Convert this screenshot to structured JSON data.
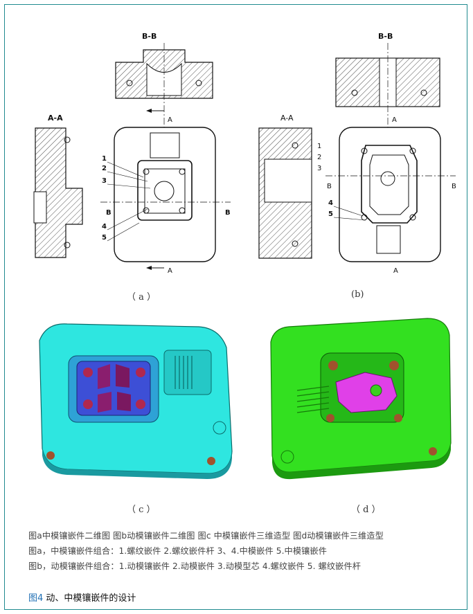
{
  "drawing_a": {
    "section_bb": "B-B",
    "section_aa": "A-A",
    "marker_a": "A",
    "marker_b": "B",
    "callouts": [
      "1",
      "2",
      "3",
      "4",
      "5"
    ]
  },
  "drawing_b": {
    "section_bb": "B-B",
    "section_aa": "A-A",
    "marker_a": "A",
    "marker_b": "B",
    "callouts": [
      "1",
      "2",
      "3",
      "4",
      "5"
    ]
  },
  "panel_labels": [
    "（ a ）",
    "(b)",
    "（ c ）",
    "（ d ）"
  ],
  "captions": [
    "图a中模镶嵌件二维图 图b动模镶嵌件二维图 图c 中模镶嵌件三维造型 图d动模镶嵌件三维造型",
    "图a，中模镶嵌件组合：1.螺纹嵌件 2.螺纹嵌件杆 3、4.中模嵌件 5.中模镶嵌件",
    "图b，动模镶嵌件组合：1.动模镶嵌件 2.动模嵌件 3.动模型芯 4.螺纹嵌件 5. 螺纹嵌件杆"
  ],
  "figure_number": "图4",
  "figure_title": " 动、中模镶嵌件的设计",
  "colors": {
    "frame": "#1f8a8f",
    "cyan_model": "#2ee6e0",
    "green_model": "#33e020",
    "magenta_part": "#e040e8",
    "blue_insert": "#3d4fd6",
    "figure_number": "#1f6fb4"
  }
}
